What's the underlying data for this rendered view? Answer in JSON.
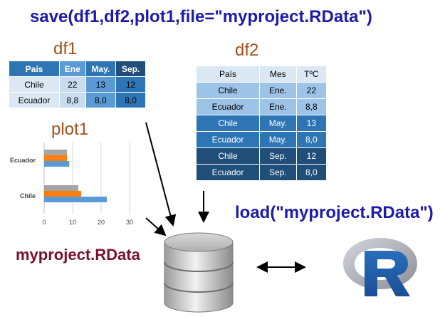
{
  "save_command": "save(df1,df2,plot1,file=\"myproject.RData\")",
  "load_command": "load(\"myproject.RData\")",
  "df1": {
    "label": "df1",
    "headers": [
      "País",
      "Ene",
      "May.",
      "Sep."
    ],
    "rows": [
      [
        "Chile",
        "22",
        "13",
        "12"
      ],
      [
        "Ecuador",
        "8,8",
        "8,0",
        "8,0"
      ]
    ]
  },
  "df2": {
    "label": "df2",
    "headers": [
      "País",
      "Mes",
      "TºC"
    ],
    "rows": [
      [
        "Chile",
        "Ene.",
        "22"
      ],
      [
        "Ecuador",
        "Ene.",
        "8,8"
      ],
      [
        "Chile",
        "May.",
        "13"
      ],
      [
        "Ecuador",
        "May.",
        "8,0"
      ],
      [
        "Chile",
        "Sep.",
        "12"
      ],
      [
        "Ecuador",
        "Sep.",
        "8,0"
      ]
    ]
  },
  "plot1": {
    "label": "plot1"
  },
  "file_label": "myproject.RData",
  "colors": {
    "code_blue": "#1f1ba8",
    "label_brown": "#a0521e",
    "file_maroon": "#7a1030",
    "series_ene": "#5b9bd5",
    "series_may": "#ff7f0e",
    "series_sep": "#a5a5a5"
  },
  "chart_data": {
    "type": "bar",
    "orientation": "horizontal",
    "categories": [
      "Chile",
      "Ecuador"
    ],
    "series": [
      {
        "values": [
          22,
          8.8
        ]
      },
      {
        "values": [
          13,
          8.0
        ]
      },
      {
        "values": [
          12,
          8.0
        ]
      }
    ],
    "x_ticks": [
      0,
      10,
      20,
      30
    ],
    "xlim": [
      0,
      33
    ],
    "grid": true
  },
  "icons": [
    "database-icon",
    "r-logo-icon"
  ]
}
